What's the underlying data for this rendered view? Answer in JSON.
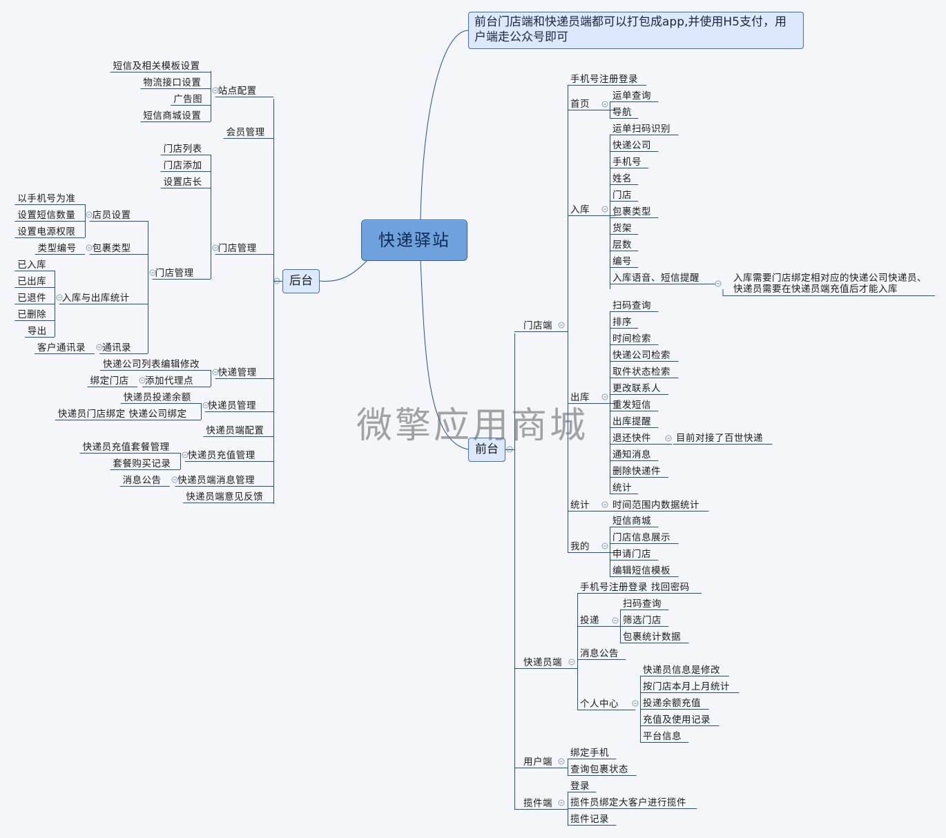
{
  "root": "快递驿站",
  "note": "前台门店端和快递员端都可以打包成app,并使用H5支付，用户端走公众号即可",
  "watermark": "微擎应用商城",
  "backend": {
    "title": "后台",
    "site_config": {
      "label": "站点配置",
      "items": [
        "短信及相关模板设置",
        "物流接口设置",
        "广告图",
        "短信商城设置"
      ]
    },
    "member": "会员管理",
    "store_mgmt": {
      "label": "门店管理",
      "items": [
        "门店列表",
        "门店添加",
        "设置店长"
      ],
      "sub": {
        "label": "门店管理",
        "staff": {
          "label": "店员设置",
          "items": [
            "以手机号为准",
            "设置短信数量",
            "设置电源权限"
          ]
        },
        "pkg": {
          "label": "包裹类型",
          "items": [
            "类型编号"
          ]
        },
        "stats": {
          "label": "入库与出库统计",
          "items": [
            "已入库",
            "已出库",
            "已退件",
            "已删除",
            "导出"
          ]
        },
        "contacts": {
          "label": "通讯录",
          "items": [
            "客户通讯录"
          ]
        }
      }
    },
    "courier_mgmt": {
      "label": "快递管理",
      "items": [
        "快递公司列表编辑修改"
      ],
      "agent": {
        "label": "添加代理点",
        "items": [
          "绑定门店"
        ]
      }
    },
    "courier_staff": {
      "label": "快递员管理",
      "items": [
        "快递员投递余额",
        "快递员门店绑定 快递公司绑定"
      ]
    },
    "courier_config": "快递员端配置",
    "recharge": {
      "label": "快递员充值管理",
      "items": [
        "快递员充值套餐管理",
        "套餐购买记录"
      ]
    },
    "message": {
      "label": "快递员端消息管理",
      "items": [
        "消息公告"
      ]
    },
    "feedback": "快递员端意见反馈"
  },
  "frontend": {
    "title": "前台",
    "store": {
      "label": "门店端",
      "login": "手机号注册登录",
      "home": {
        "label": "首页",
        "items": [
          "运单查询",
          "导航"
        ]
      },
      "inbound": {
        "label": "入库",
        "items": [
          "运单扫码识别",
          "快递公司",
          "手机号",
          "姓名",
          "门店",
          "包裹类型",
          "货架",
          "层数",
          "编号",
          "入库语音、短信提醒"
        ],
        "voice_note": [
          "入库需要门店绑定相对应的快递公司快递员、",
          "快递员需要在快递员端充值后才能入库"
        ]
      },
      "outbound": {
        "label": "出库",
        "items": [
          "扫码查询",
          "排序",
          "时间检索",
          "快递公司检索",
          "取件状态检索",
          "更改联系人",
          "重发短信",
          "出库提醒",
          "退还快件",
          "通知消息",
          "删除快递件",
          "统计"
        ],
        "return_note": "目前对接了百世快递"
      },
      "stats": {
        "label": "统计",
        "items": [
          "时间范围内数据统计"
        ]
      },
      "mine": {
        "label": "我的",
        "items": [
          "短信商城",
          "门店信息展示",
          "申请门店",
          "编辑短信模板"
        ]
      }
    },
    "courier": {
      "label": "快递员端",
      "login": "手机号注册登录 找回密码",
      "deliver": {
        "label": "投递",
        "items": [
          "扫码查询",
          "筛选门店",
          "包裹统计数据"
        ]
      },
      "notice": "消息公告",
      "center": {
        "label": "个人中心",
        "items": [
          "快递员信息是修改",
          "按门店本月上月统计",
          "投递余额充值",
          "充值及使用记录",
          "平台信息"
        ]
      }
    },
    "user": {
      "label": "用户端",
      "items": [
        "绑定手机",
        "查询包裹状态"
      ]
    },
    "pickup": {
      "label": "揽件端",
      "items": [
        "登录",
        "揽件员绑定大客户进行揽件",
        "揽件记录"
      ]
    }
  }
}
